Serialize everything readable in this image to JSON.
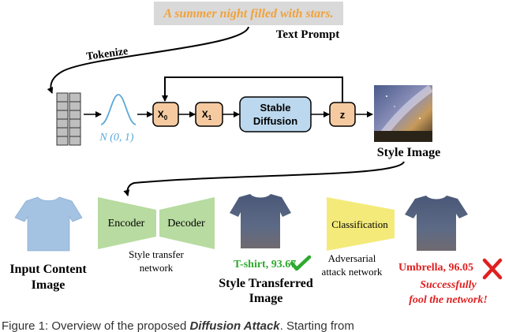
{
  "prompt": {
    "text": "A summer night filled with stars.",
    "label": "Text Prompt"
  },
  "tokenize_label": "Tokenize",
  "noise_label": "N (0, 1)",
  "nodes": {
    "x0": "X",
    "x0_sub": "0",
    "x1": "X",
    "x1_sub": "1",
    "stable_line1": "Stable",
    "stable_line2": "Diffusion",
    "z": "z"
  },
  "style_image_label": "Style Image",
  "encoder_label": "Encoder",
  "decoder_label": "Decoder",
  "style_transfer_network": {
    "line1": "Style transfer",
    "line2": "network"
  },
  "classification_label": "Classification",
  "adversarial_network": {
    "line1": "Adversarial",
    "line2": "attack network"
  },
  "input_content_image": {
    "line1": "Input Content",
    "line2": "Image"
  },
  "style_transferred_image": {
    "line1": "Style Transferred",
    "line2": "Image"
  },
  "pred_tshirt": "T-shirt, 93.67",
  "pred_umbrella": "Umbrella, 96.05",
  "fool_message": {
    "line1": "Successfully",
    "line2": "fool the network!"
  },
  "caption": {
    "prefix": "Figure 1: Overview of the proposed ",
    "method": "Diffusion Attack",
    "suffix": ". Starting from"
  },
  "colors": {
    "prompt_bg": "#d9d9d9",
    "prompt_text": "#f0a23c",
    "node_fill": "#f6caa0",
    "stable_fill": "#bcd8ee",
    "noise_curve": "#5aa8d8",
    "encoder_fill": "#b7dba0",
    "classifier_fill": "#f4ea7a",
    "tshirt_green": "#2eaa2e",
    "red": "#e02020"
  }
}
